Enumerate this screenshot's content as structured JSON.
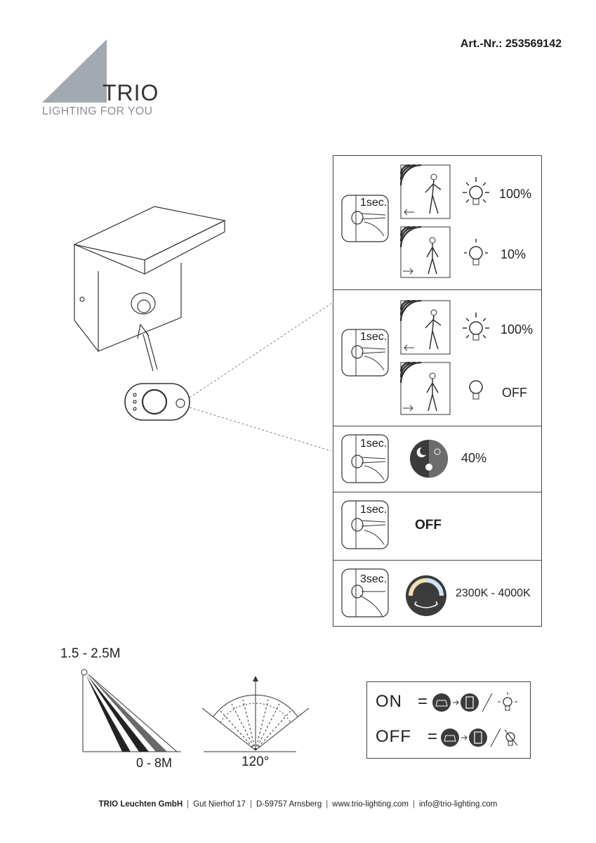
{
  "header": {
    "article_number": "Art.-Nr.: 253569142",
    "brand": "TRIO",
    "tagline": "LIGHTING FOR YOU"
  },
  "panels": [
    {
      "id": "mode-1",
      "button_label": "1sec.",
      "rows": [
        {
          "value": "100%"
        },
        {
          "value": "10%"
        }
      ]
    },
    {
      "id": "mode-2",
      "button_label": "1sec.",
      "rows": [
        {
          "value": "100%"
        },
        {
          "value": "OFF"
        }
      ]
    },
    {
      "id": "mode-3",
      "button_label": "1sec.",
      "value": "40%"
    },
    {
      "id": "mode-4",
      "button_label": "1sec.",
      "value": "OFF"
    },
    {
      "id": "mode-5",
      "button_label": "3sec.",
      "value": "2300K - 4000K"
    }
  ],
  "detection": {
    "height_label": "1.5 - 2.5M",
    "range_label": "0 - 8M",
    "angle_label": "120°"
  },
  "legend": {
    "on_label": "ON",
    "off_label": "OFF",
    "equals": "="
  },
  "footer": {
    "company": "TRIO Leuchten GmbH",
    "address": "Gut Nierhof 17",
    "city": "D-59757 Arnsberg",
    "website": "www.trio-lighting.com",
    "email": "info@trio-lighting.com"
  },
  "colors": {
    "logo_triangle": "#a3a9b1",
    "text": "#1a1a1a",
    "icon_dark": "#3b3b3b"
  }
}
